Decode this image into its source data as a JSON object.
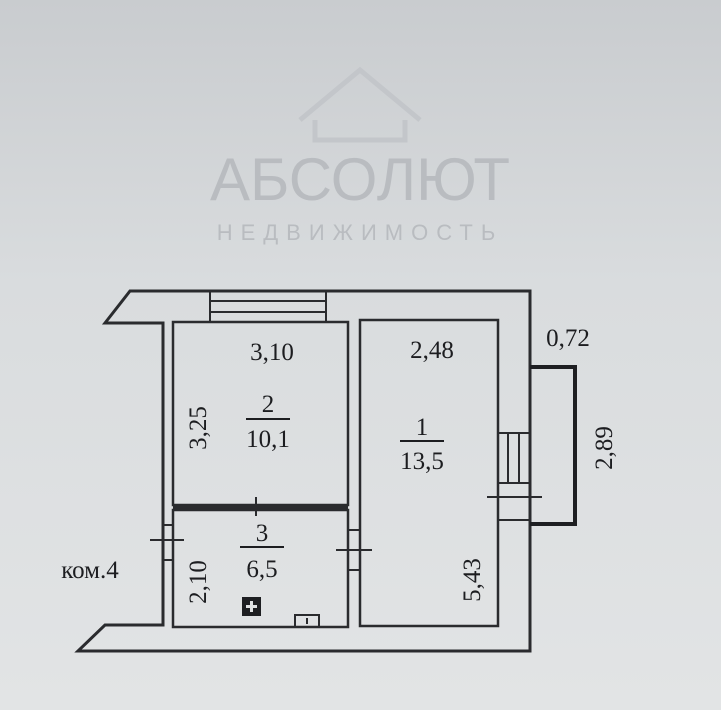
{
  "plan": {
    "rooms": [
      {
        "number": "1",
        "area": "13,5"
      },
      {
        "number": "2",
        "area": "10,1"
      },
      {
        "number": "3",
        "area": "6,5"
      }
    ],
    "dimensions": {
      "room2_width": "3,10",
      "room2_length": "3,25",
      "room1_width": "2,48",
      "room1_length": "5,43",
      "room3_length": "2,10",
      "balcony_width": "0,72",
      "balcony_length": "2,89"
    },
    "corridor_label": "ком.4",
    "watermark": {
      "line1": "АБСОЛЮТ",
      "line2": "НЕДВИЖИМОСТЬ"
    }
  }
}
